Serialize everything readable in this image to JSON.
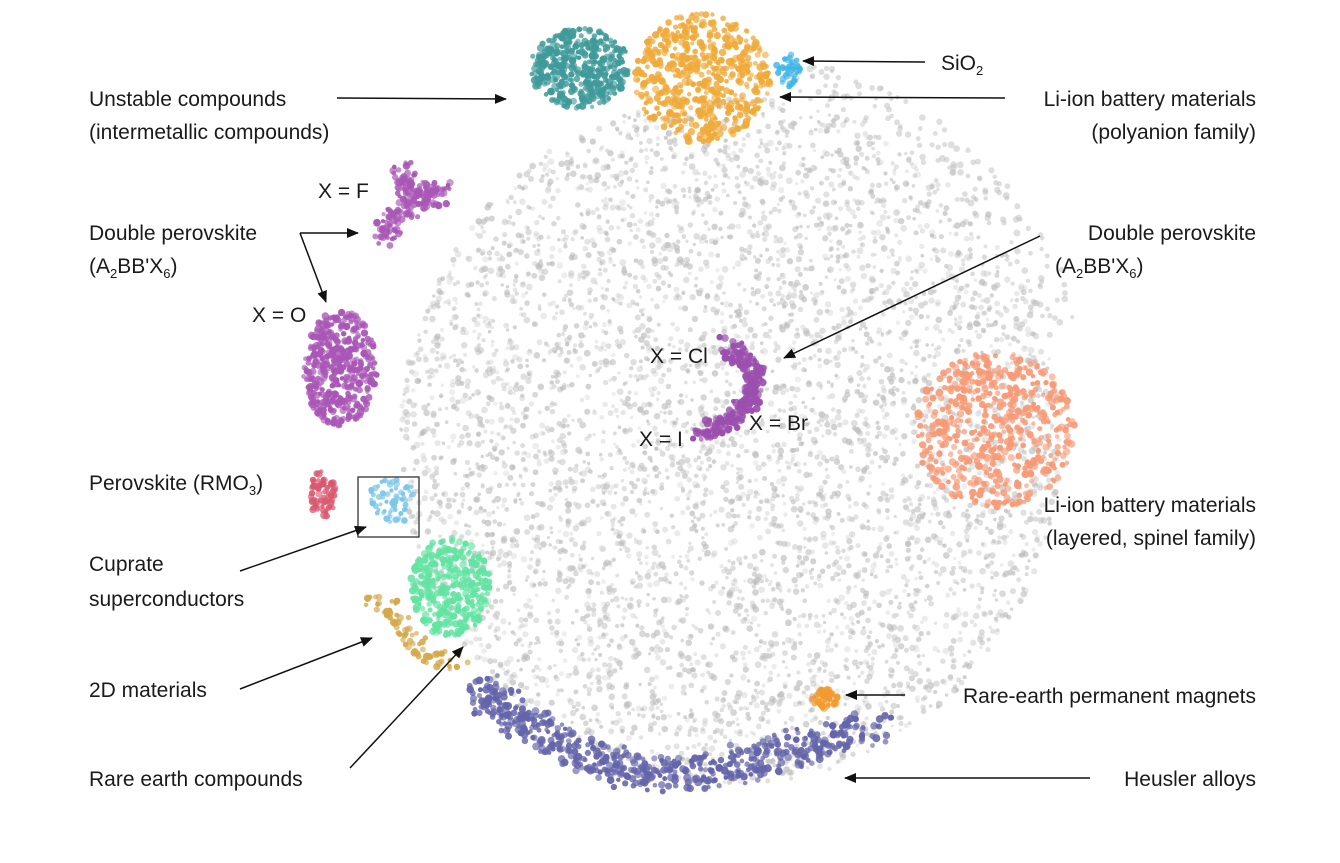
{
  "colors": {
    "background_points": "#bdbdbd",
    "arrow": "#111111",
    "text": "#1a1a1a"
  },
  "clusters": [
    {
      "id": "unstable",
      "color": "#3f9a9a",
      "icon": "teal-cluster"
    },
    {
      "id": "li_polyanion",
      "color": "#efaa3a",
      "icon": "orange-cluster"
    },
    {
      "id": "sio2",
      "color": "#3fb6e6",
      "icon": "blue-cluster"
    },
    {
      "id": "double_perovskite_f",
      "color": "#a957b6",
      "icon": "purple-cluster"
    },
    {
      "id": "double_perovskite_o",
      "color": "#a957b6",
      "icon": "purple-cluster"
    },
    {
      "id": "double_perovskite_halide",
      "color": "#9b4fae",
      "icon": "purple-cluster"
    },
    {
      "id": "li_layered",
      "color": "#f79a76",
      "icon": "salmon-cluster"
    },
    {
      "id": "perovskite",
      "color": "#d9576f",
      "icon": "pink-cluster"
    },
    {
      "id": "cuprate",
      "color": "#7cc5e8",
      "icon": "lightblue-cluster"
    },
    {
      "id": "rare_earth_compounds",
      "color": "#63e3a2",
      "icon": "green-cluster"
    },
    {
      "id": "materials_2d",
      "color": "#d4a84a",
      "icon": "gold-cluster"
    },
    {
      "id": "magnets",
      "color": "#f29a30",
      "icon": "orange-cluster"
    },
    {
      "id": "heusler",
      "color": "#6464aa",
      "icon": "indigo-cluster"
    }
  ],
  "labels": {
    "unstable_1": "Unstable compounds",
    "unstable_2": "(intermetallic compounds)",
    "sio2_main": "SiO",
    "sio2_sub": "2",
    "li_poly_1": "Li-ion battery materials",
    "li_poly_2": "(polyanion family)",
    "x_f": "X = F",
    "dp_left_1": "Double perovskite",
    "dp_left_2a": "(A",
    "dp_left_2b": "2",
    "dp_left_2c": "BB'X",
    "dp_left_2d": "6",
    "dp_left_2e": ")",
    "x_o": "X = O",
    "dp_right_1": "Double perovskite",
    "dp_right_2a": "(A",
    "dp_right_2b": "2",
    "dp_right_2c": "BB'X",
    "dp_right_2d": "6",
    "dp_right_2e": ")",
    "x_cl": "X = Cl",
    "x_br": "X = Br",
    "x_i": "X = I",
    "perovskite_a": "Perovskite (RMO",
    "perovskite_b": "3",
    "perovskite_c": ")",
    "li_layer_1": "Li-ion battery materials",
    "li_layer_2": "(layered, spinel family)",
    "cuprate_1": "Cuprate",
    "cuprate_2": "superconductors",
    "materials_2d": "2D materials",
    "rare_earth": "Rare earth compounds",
    "magnets": "Rare-earth permanent magnets",
    "heusler": "Heusler alloys"
  }
}
